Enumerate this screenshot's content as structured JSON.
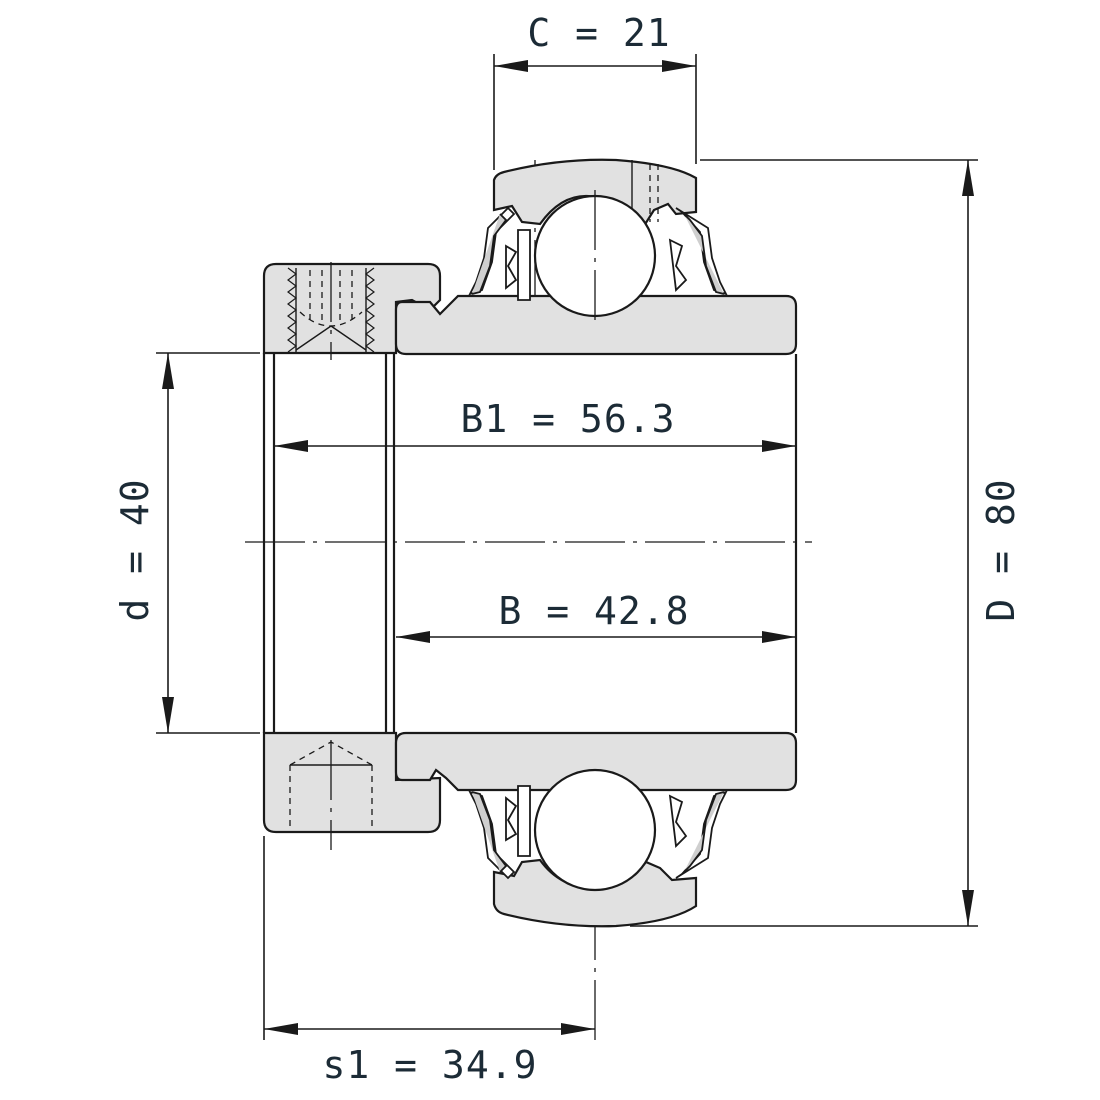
{
  "diagram": {
    "dimensions": {
      "C": "C = 21",
      "B1": "B1 = 56.3",
      "B": "B = 42.8",
      "d": "d = 40",
      "D": "D = 80",
      "s1": "s1 = 34.9"
    },
    "colors": {
      "part_fill": "#e1e1e1",
      "line": "#1a1a1a",
      "label": "#1c2b36"
    }
  }
}
